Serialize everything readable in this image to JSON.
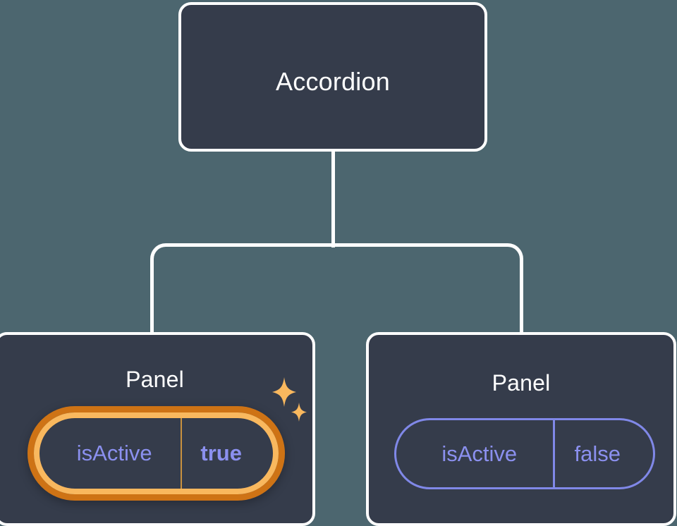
{
  "theme": {
    "canvas_bg": "#4c666f",
    "card_bg": "#353c4b",
    "card_border": "#ffffff",
    "connector": "#ffffff",
    "prop_text": "#8b90ef",
    "prop_border": "#8088e8",
    "highlight_outer": "#ce7315",
    "highlight_inner": "#f9b85e",
    "sparkle": "#f9b85e"
  },
  "tree": {
    "root": {
      "label": "Accordion"
    },
    "children": [
      {
        "label": "Panel",
        "highlighted": true,
        "prop": {
          "key": "isActive",
          "value": "true"
        },
        "sparkle_big_icon": "sparkle-icon",
        "sparkle_small_icon": "sparkle-icon"
      },
      {
        "label": "Panel",
        "highlighted": false,
        "prop": {
          "key": "isActive",
          "value": "false"
        }
      }
    ]
  }
}
